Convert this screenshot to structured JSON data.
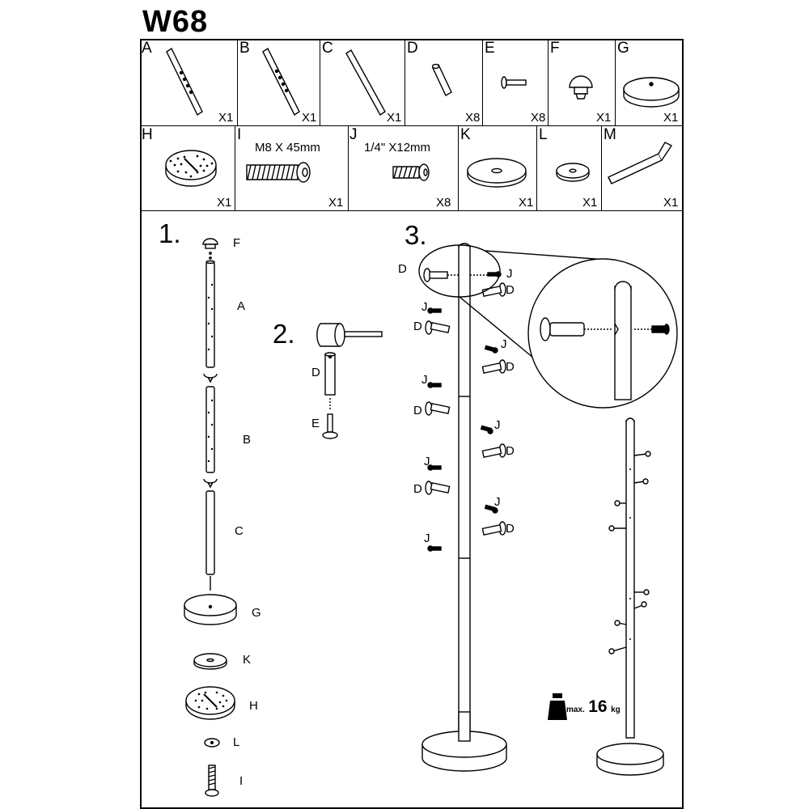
{
  "model": "W68",
  "parts": [
    {
      "letter": "A",
      "qty": "X1"
    },
    {
      "letter": "B",
      "qty": "X1"
    },
    {
      "letter": "C",
      "qty": "X1"
    },
    {
      "letter": "D",
      "qty": "X8"
    },
    {
      "letter": "E",
      "qty": "X8"
    },
    {
      "letter": "F",
      "qty": "X1"
    },
    {
      "letter": "G",
      "qty": "X1"
    },
    {
      "letter": "H",
      "qty": "X1"
    },
    {
      "letter": "I",
      "qty": "X1",
      "spec": "M8 X 45mm"
    },
    {
      "letter": "J",
      "qty": "X8",
      "spec": "1/4\" X12mm"
    },
    {
      "letter": "K",
      "qty": "X1"
    },
    {
      "letter": "L",
      "qty": "X1"
    },
    {
      "letter": "M",
      "qty": "X1"
    }
  ],
  "steps": {
    "s1": "1.",
    "s2": "2.",
    "s3": "3."
  },
  "step1_labels": [
    "F",
    "A",
    "B",
    "C",
    "G",
    "K",
    "H",
    "L",
    "I"
  ],
  "step2_labels": [
    "D",
    "E"
  ],
  "step3_labels": {
    "d": "D",
    "j": "J"
  },
  "max_weight": {
    "prefix": "max.",
    "value": "16",
    "unit": "kg"
  }
}
